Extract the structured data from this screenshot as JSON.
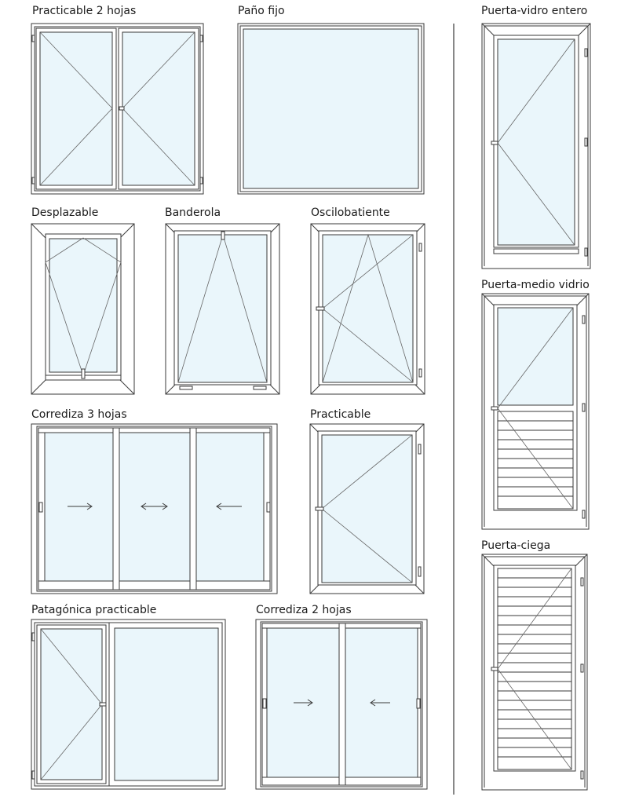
{
  "labels": {
    "practicable_2_hojas": "Practicable 2 hojas",
    "pano_fijo": "Paño fijo",
    "puerta_vidro_entero": "Puerta-vidro entero",
    "desplazable": "Desplazable",
    "banderola": "Banderola",
    "oscilobatiente": "Oscilobatiente",
    "puerta_medio_vidrio": "Puerta-medio vidrio",
    "corrediza_3_hojas": "Corrediza 3 hojas",
    "practicable": "Practicable",
    "puerta_ciega": "Puerta-ciega",
    "patagonica_practicable": "Patagónica practicable",
    "corrediza_2_hojas": "Corrediza 2 hojas"
  },
  "colors": {
    "glass": "#eaf6fb",
    "line": "#3a3a3a",
    "frame": "#ffffff",
    "text": "#1a1a1a"
  }
}
